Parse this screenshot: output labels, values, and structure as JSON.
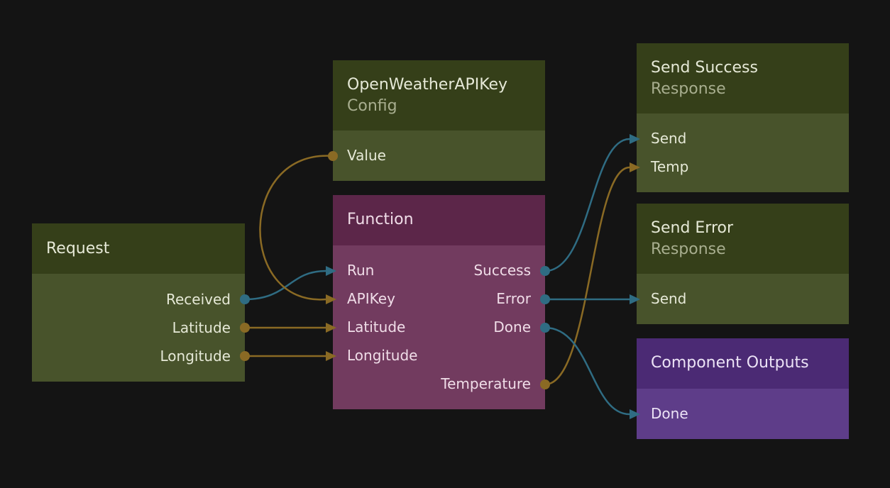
{
  "nodes": {
    "request": {
      "title": "Request",
      "ports": {
        "received": "Received",
        "latitude": "Latitude",
        "longitude": "Longitude"
      }
    },
    "config": {
      "title": "OpenWeatherAPIKey",
      "subtitle": "Config",
      "ports": {
        "value": "Value"
      }
    },
    "function": {
      "title": "Function",
      "inputs": {
        "run": "Run",
        "apikey": "APIKey",
        "latitude": "Latitude",
        "longitude": "Longitude"
      },
      "outputs": {
        "success": "Success",
        "error": "Error",
        "done": "Done",
        "temperature": "Temperature"
      }
    },
    "send_success": {
      "title": "Send Success",
      "subtitle": "Response",
      "ports": {
        "send": "Send",
        "temp": "Temp"
      }
    },
    "send_error": {
      "title": "Send Error",
      "subtitle": "Response",
      "ports": {
        "send": "Send"
      }
    },
    "component_outputs": {
      "title": "Component Outputs",
      "ports": {
        "done": "Done"
      }
    }
  },
  "colors": {
    "signal_wire": "#2f6c83",
    "data_wire": "#8a6a24"
  },
  "wires": [
    {
      "from": "request.received",
      "to": "function.run",
      "kind": "signal"
    },
    {
      "from": "config.value",
      "to": "function.apikey",
      "kind": "data"
    },
    {
      "from": "request.latitude",
      "to": "function.latitude",
      "kind": "data"
    },
    {
      "from": "request.longitude",
      "to": "function.longitude",
      "kind": "data"
    },
    {
      "from": "function.success",
      "to": "send_success.send",
      "kind": "signal"
    },
    {
      "from": "function.temperature",
      "to": "send_success.temp",
      "kind": "data"
    },
    {
      "from": "function.error",
      "to": "send_error.send",
      "kind": "signal"
    },
    {
      "from": "function.done",
      "to": "component_outputs.done",
      "kind": "signal"
    }
  ]
}
